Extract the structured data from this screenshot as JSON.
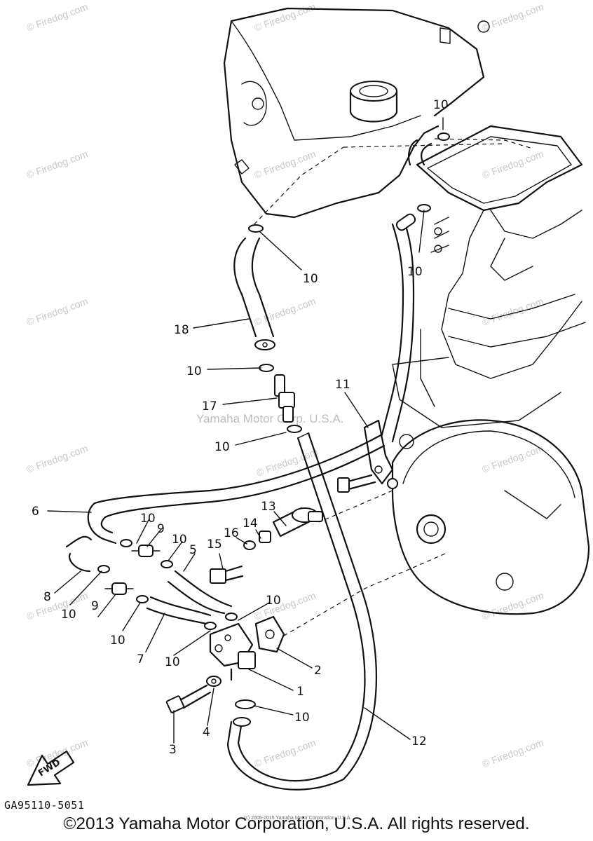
{
  "watermark": {
    "site": "© Firedog.com",
    "corp": "Yamaha Motor Corp. U.S.A."
  },
  "callouts": {
    "c1": "1",
    "c2": "2",
    "c3": "3",
    "c4": "4",
    "c5": "5",
    "c6": "6",
    "c7": "7",
    "c8": "8",
    "c9a": "9",
    "c9b": "9",
    "c10a": "10",
    "c10b": "10",
    "c10c": "10",
    "c10d": "10",
    "c10e": "10",
    "c10f": "10",
    "c10g": "10",
    "c10h": "10",
    "c10i": "10",
    "c10j": "10",
    "c10k": "10",
    "c10l": "10",
    "c11": "11",
    "c12": "12",
    "c13": "13",
    "c14": "14",
    "c15": "15",
    "c16": "16",
    "c17": "17",
    "c18": "18"
  },
  "fwd_label": "FWD",
  "diagram_code": "GA95110-5051",
  "copyright": "©2013 Yamaha Motor Corporation, U.S.A. All rights reserved.",
  "tiny_note": "(c) 2005-2015 Yamaha Motor Corporation, U.S.A."
}
